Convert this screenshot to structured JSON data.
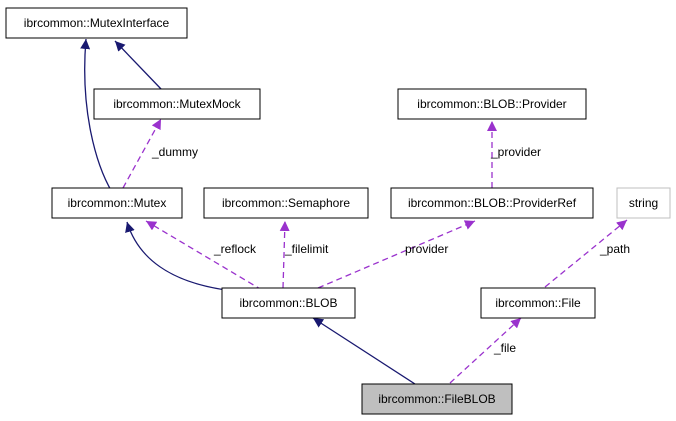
{
  "colors": {
    "inheritance": "#191970",
    "usage": "#9a32cd",
    "box_border": "#000000",
    "box_fill": "#ffffff",
    "highlight_fill": "#bfbfbf",
    "external_border": "#bfbfbf"
  },
  "nodes": {
    "mutex_interface": "ibrcommon::MutexInterface",
    "mutex_mock": "ibrcommon::MutexMock",
    "blob_provider": "ibrcommon::BLOB::Provider",
    "mutex": "ibrcommon::Mutex",
    "semaphore": "ibrcommon::Semaphore",
    "blob_provider_ref": "ibrcommon::BLOB::ProviderRef",
    "string": "string",
    "blob": "ibrcommon::BLOB",
    "file": "ibrcommon::File",
    "file_blob": "ibrcommon::FileBLOB"
  },
  "edge_labels": {
    "dummy": "_dummy",
    "provider_member": "_provider",
    "reflock": "_reflock",
    "filelimit": "_filelimit",
    "provider": "provider",
    "path": "_path",
    "file": "_file"
  }
}
